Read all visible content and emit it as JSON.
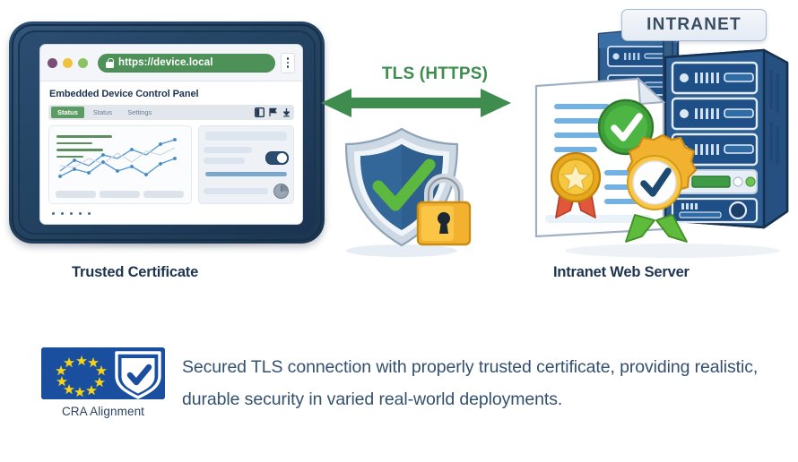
{
  "colors": {
    "accent_green": "#3f8c4f",
    "url_bar_green": "#4d9058",
    "tablet_navy": "#23405f",
    "eu_blue": "#1a4fa0",
    "eu_yellow": "#f7d417",
    "gold": "#f2b230",
    "text_navy": "#1d3350",
    "body_text": "#33506f",
    "server_blue": "#1f4f87"
  },
  "device": {
    "browser": {
      "dots": [
        "purple-dot",
        "yellow-dot",
        "green-dot"
      ],
      "lock_icon": "lock-icon",
      "url": "https://device.local",
      "menu_icon": "kebab-menu-icon"
    },
    "page_title": "Embedded Device Control Panel",
    "tabs": [
      {
        "label": "Status",
        "active": true
      },
      {
        "label": "Status",
        "active": false
      },
      {
        "label": "Settings",
        "active": false
      }
    ],
    "toolbar_icons": [
      "sidebar-icon",
      "flag-icon",
      "download-icon"
    ],
    "panels": {
      "left": {
        "name": "metrics-chart-panel"
      },
      "right": {
        "name": "controls-panel",
        "toggle_state": "on"
      }
    }
  },
  "connection": {
    "label": "TLS (HTTPS)",
    "arrow": "bidirectional-arrow",
    "shield": {
      "name": "security-shield-icon",
      "check": "check-mark",
      "lock": "padlock-icon"
    }
  },
  "server": {
    "banner": "INTRANET",
    "certificate": {
      "name": "certificate-document",
      "seal": "gold-star-medal",
      "check": "green-check-badge",
      "rosette": "gold-rosette-badge"
    }
  },
  "captions": {
    "left": "Trusted Certificate",
    "right": "Intranet Web Server"
  },
  "footer": {
    "badge_label": "CRA Alignment",
    "badge_icon": "eu-flag-shield-icon",
    "note": "Secured TLS connection with properly trusted certificate, providing realistic, durable security in varied real-world deployments."
  }
}
